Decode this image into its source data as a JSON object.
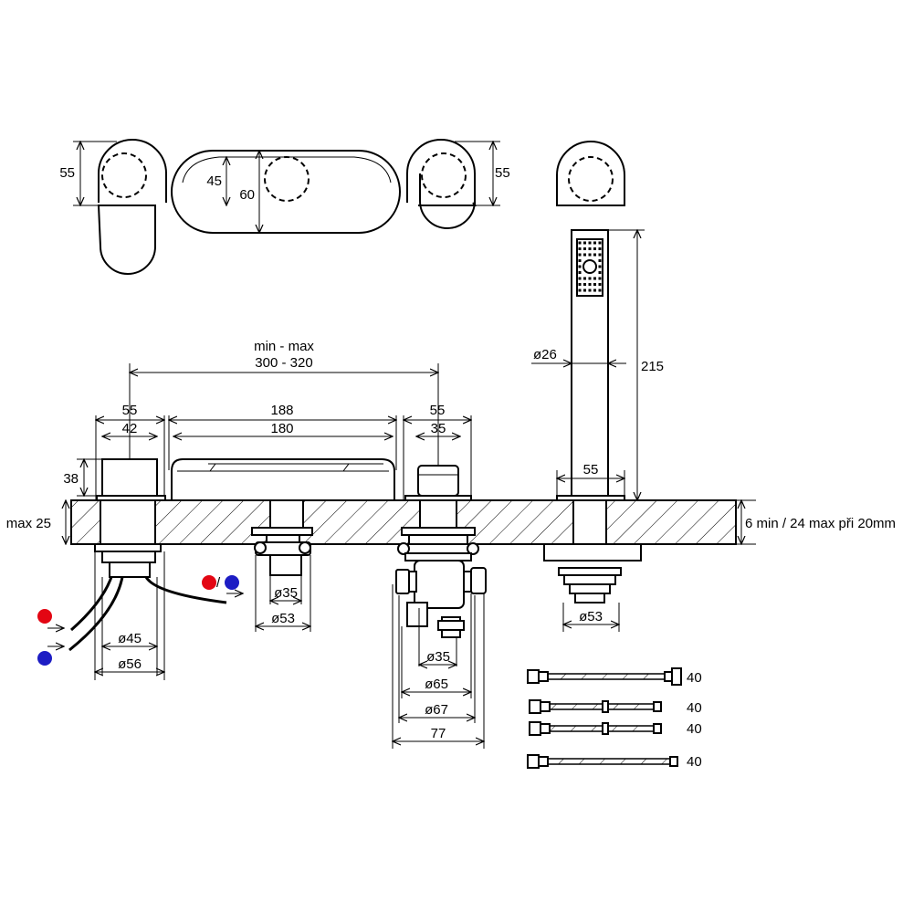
{
  "labels": {
    "left_handle_height": "55",
    "spout_inner_height": "45",
    "spout_outer_height": "60",
    "right_handle_height": "55",
    "span_caption": "min - max",
    "span_range": "300 - 320",
    "left_width_outer": "55",
    "left_width_inner": "42",
    "spout_width_outer": "188",
    "spout_width_inner": "180",
    "right_width_outer": "55",
    "right_width_inner": "35",
    "left_body_height": "38",
    "deck_max": "max 25",
    "deck_range": "6 min / 24 max při 20mm",
    "hand_shower_diameter": "ø26",
    "hand_shower_length": "215",
    "hand_shower_base": "55",
    "left_dia_45": "ø45",
    "left_dia_56": "ø56",
    "spout_dia_35": "ø35",
    "spout_dia_53": "ø53",
    "diverter_dia_35": "ø35",
    "diverter_dia_65": "ø65",
    "diverter_dia_67": "ø67",
    "diverter_width_77": "77",
    "hand_shower_dia_53": "ø53",
    "hose_1": "40",
    "hose_2": "40",
    "hose_3": "40",
    "hose_4": "40"
  },
  "colors": {
    "hot": "#e30613",
    "cold": "#1d1dc4",
    "line": "#000000",
    "hatch": "#000000"
  }
}
